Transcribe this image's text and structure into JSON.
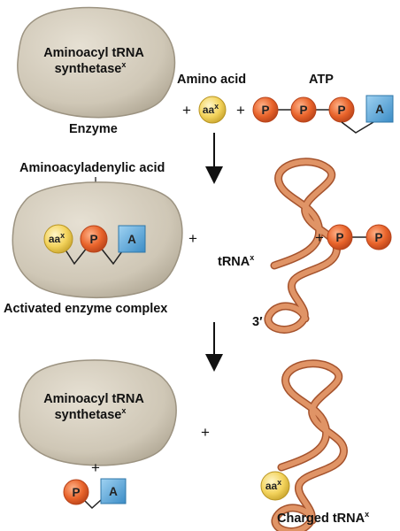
{
  "labels": {
    "enzyme_name_1": "Aminoacyl tRNA",
    "enzyme_name_2": "synthetase",
    "enzyme_sup": "x",
    "enzyme": "Enzyme",
    "amino_acid": "Amino acid",
    "atp": "ATP",
    "aa": "aa",
    "aa_sup": "x",
    "p": "P",
    "a": "A",
    "aminoacyladenylic_acid": "Aminoacyladenylic acid",
    "trna": "tRNA",
    "trna_sup": "x",
    "activated_complex": "Activated enzyme complex",
    "three_prime": "3′",
    "charged_trna": "Charged tRNA",
    "charged_sup": "x",
    "plus": "+"
  },
  "colors": {
    "blob": "#cfc7b6",
    "blob_stroke": "#9c9381",
    "phosphate": "#e8632a",
    "adenosine": "#4a9fd6",
    "amino_acid": "#f3d35c",
    "trna": "#d9875a",
    "trna_stroke": "#a5532d"
  }
}
